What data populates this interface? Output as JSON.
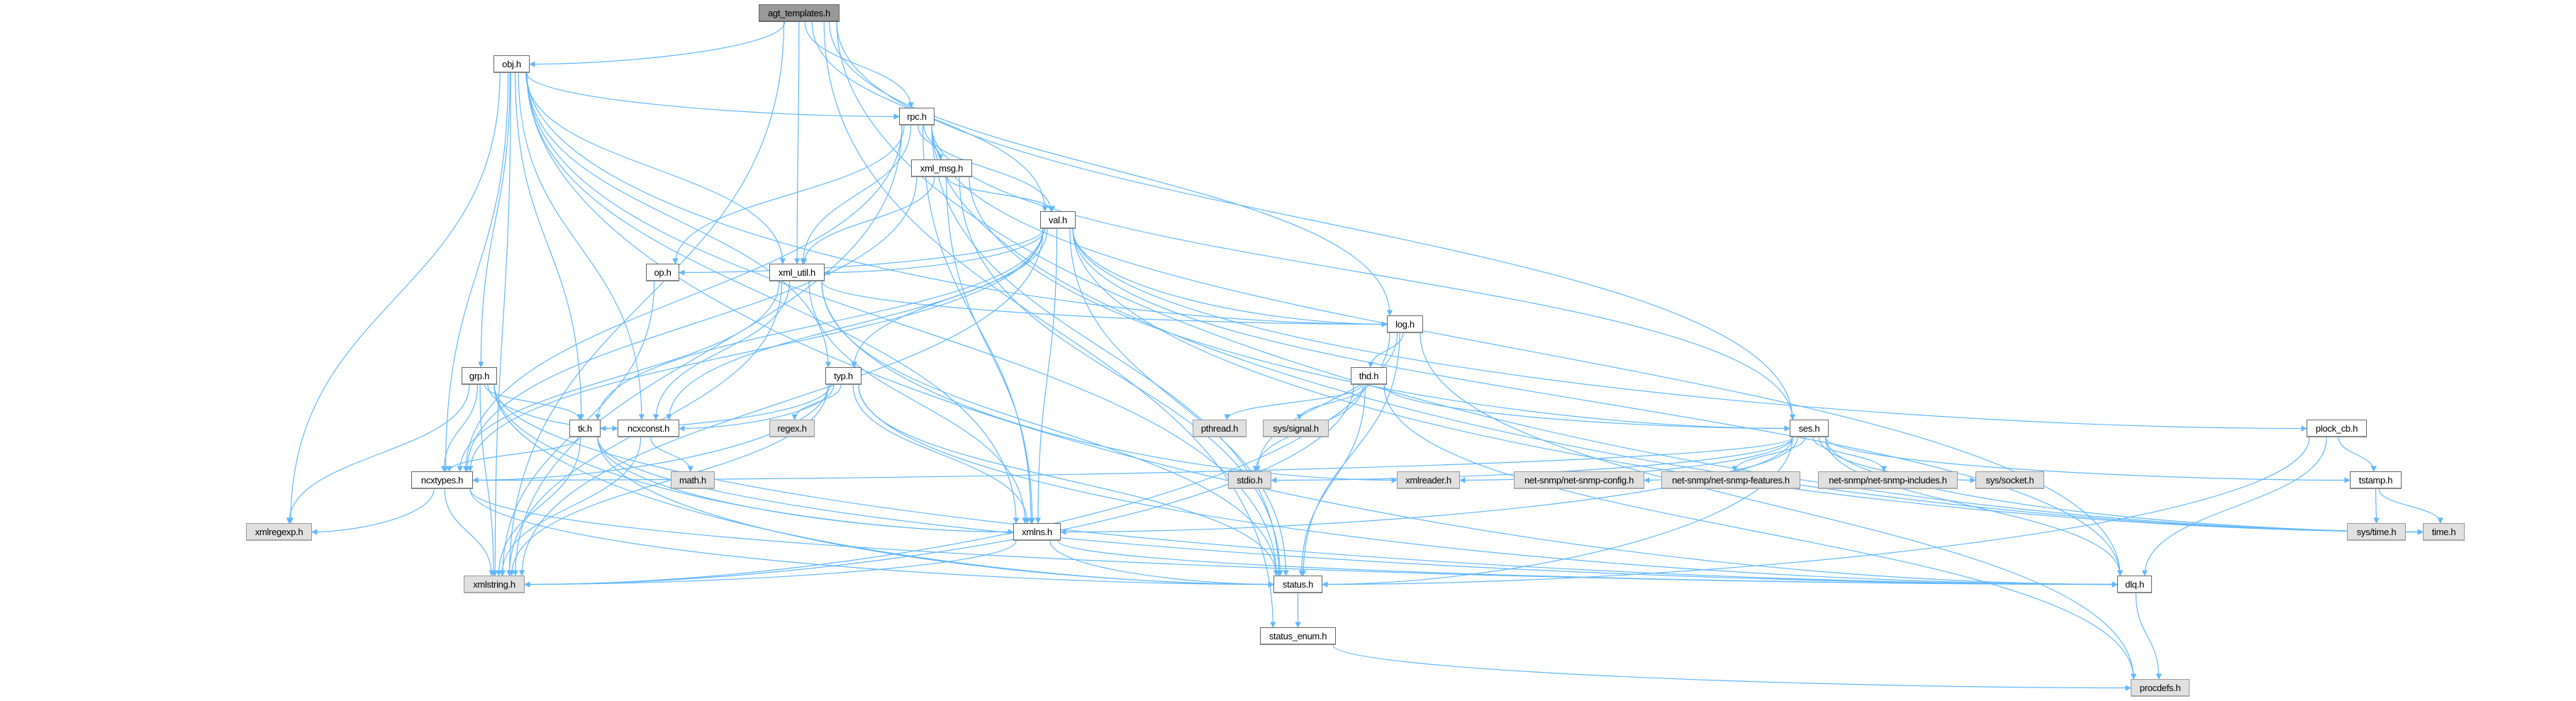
{
  "graph": {
    "title": "agt_templates.h",
    "edge_color": "#63b8ff",
    "nodes": [
      {
        "id": "agt_templates",
        "label": "agt_templates.h",
        "kind": "root"
      },
      {
        "id": "obj",
        "label": "obj.h",
        "kind": "local"
      },
      {
        "id": "rpc",
        "label": "rpc.h",
        "kind": "local"
      },
      {
        "id": "xml_msg",
        "label": "xml_msg.h",
        "kind": "local"
      },
      {
        "id": "val",
        "label": "val.h",
        "kind": "local"
      },
      {
        "id": "op",
        "label": "op.h",
        "kind": "local"
      },
      {
        "id": "xml_util",
        "label": "xml_util.h",
        "kind": "local"
      },
      {
        "id": "log",
        "label": "log.h",
        "kind": "local"
      },
      {
        "id": "grp",
        "label": "grp.h",
        "kind": "local"
      },
      {
        "id": "typ",
        "label": "typ.h",
        "kind": "local"
      },
      {
        "id": "thd",
        "label": "thd.h",
        "kind": "local"
      },
      {
        "id": "tk",
        "label": "tk.h",
        "kind": "local"
      },
      {
        "id": "ncxconst",
        "label": "ncxconst.h",
        "kind": "local"
      },
      {
        "id": "regex",
        "label": "regex.h",
        "kind": "external"
      },
      {
        "id": "pthread",
        "label": "pthread.h",
        "kind": "external"
      },
      {
        "id": "signal",
        "label": "sys/signal.h",
        "kind": "external"
      },
      {
        "id": "ses",
        "label": "ses.h",
        "kind": "local"
      },
      {
        "id": "plock_cb",
        "label": "plock_cb.h",
        "kind": "local"
      },
      {
        "id": "ncxtypes",
        "label": "ncxtypes.h",
        "kind": "local"
      },
      {
        "id": "math",
        "label": "math.h",
        "kind": "external"
      },
      {
        "id": "stdio",
        "label": "stdio.h",
        "kind": "external"
      },
      {
        "id": "xmlreader",
        "label": "xmlreader.h",
        "kind": "external"
      },
      {
        "id": "snmpconfig",
        "label": "net-snmp/net-snmp-config.h",
        "kind": "external"
      },
      {
        "id": "snmpfeatures",
        "label": "net-snmp/net-snmp-features.h",
        "kind": "external"
      },
      {
        "id": "snmpincludes",
        "label": "net-snmp/net-snmp-includes.h",
        "kind": "external"
      },
      {
        "id": "socket",
        "label": "sys/socket.h",
        "kind": "external"
      },
      {
        "id": "tstamp",
        "label": "tstamp.h",
        "kind": "local"
      },
      {
        "id": "xmlregexp",
        "label": "xmlregexp.h",
        "kind": "external"
      },
      {
        "id": "xmlns",
        "label": "xmlns.h",
        "kind": "local"
      },
      {
        "id": "systime",
        "label": "sys/time.h",
        "kind": "external"
      },
      {
        "id": "time",
        "label": "time.h",
        "kind": "external"
      },
      {
        "id": "xmlstring",
        "label": "xmlstring.h",
        "kind": "external"
      },
      {
        "id": "status",
        "label": "status.h",
        "kind": "local"
      },
      {
        "id": "dlq",
        "label": "dlq.h",
        "kind": "local"
      },
      {
        "id": "status_enum",
        "label": "status_enum.h",
        "kind": "local"
      },
      {
        "id": "procdefs",
        "label": "procdefs.h",
        "kind": "external"
      }
    ],
    "edges": [
      [
        "agt_templates",
        "obj"
      ],
      [
        "agt_templates",
        "rpc"
      ],
      [
        "agt_templates",
        "val"
      ],
      [
        "agt_templates",
        "xml_util"
      ],
      [
        "agt_templates",
        "log"
      ],
      [
        "agt_templates",
        "ses"
      ],
      [
        "agt_templates",
        "status_enum"
      ],
      [
        "agt_templates",
        "xmlstring"
      ],
      [
        "agt_templates",
        "time"
      ],
      [
        "obj",
        "rpc"
      ],
      [
        "obj",
        "xml_util"
      ],
      [
        "obj",
        "grp"
      ],
      [
        "obj",
        "typ"
      ],
      [
        "obj",
        "tk"
      ],
      [
        "obj",
        "ncxconst"
      ],
      [
        "obj",
        "ncxtypes"
      ],
      [
        "obj",
        "xmlregexp"
      ],
      [
        "obj",
        "xmlstring"
      ],
      [
        "obj",
        "xmlns"
      ],
      [
        "obj",
        "status"
      ],
      [
        "obj",
        "log"
      ],
      [
        "obj",
        "dlq"
      ],
      [
        "rpc",
        "xml_msg"
      ],
      [
        "rpc",
        "val"
      ],
      [
        "rpc",
        "xml_util"
      ],
      [
        "rpc",
        "op"
      ],
      [
        "rpc",
        "ncxtypes"
      ],
      [
        "rpc",
        "xmlstring"
      ],
      [
        "rpc",
        "status"
      ],
      [
        "rpc",
        "dlq"
      ],
      [
        "rpc",
        "ses"
      ],
      [
        "rpc",
        "time"
      ],
      [
        "rpc",
        "xmlns"
      ],
      [
        "xml_msg",
        "val"
      ],
      [
        "xml_msg",
        "xml_util"
      ],
      [
        "xml_msg",
        "xmlns"
      ],
      [
        "xml_msg",
        "ncxtypes"
      ],
      [
        "xml_msg",
        "ses"
      ],
      [
        "xml_msg",
        "status"
      ],
      [
        "val",
        "op"
      ],
      [
        "val",
        "xml_util"
      ],
      [
        "val",
        "log"
      ],
      [
        "val",
        "typ"
      ],
      [
        "val",
        "ncxtypes"
      ],
      [
        "val",
        "ncxconst"
      ],
      [
        "val",
        "xmlstring"
      ],
      [
        "val",
        "xmlns"
      ],
      [
        "val",
        "plock_cb"
      ],
      [
        "val",
        "status"
      ],
      [
        "val",
        "dlq"
      ],
      [
        "val",
        "time"
      ],
      [
        "val",
        "tk"
      ],
      [
        "xml_util",
        "log"
      ],
      [
        "xml_util",
        "ncxconst"
      ],
      [
        "xml_util",
        "ncxtypes"
      ],
      [
        "xml_util",
        "xmlns"
      ],
      [
        "xml_util",
        "xmlreader"
      ],
      [
        "xml_util",
        "xmlstring"
      ],
      [
        "xml_util",
        "status"
      ],
      [
        "op",
        "xmlstring"
      ],
      [
        "log",
        "thd"
      ],
      [
        "log",
        "stdio"
      ],
      [
        "log",
        "status"
      ],
      [
        "log",
        "xmlstring"
      ],
      [
        "log",
        "procdefs"
      ],
      [
        "thd",
        "pthread"
      ],
      [
        "thd",
        "signal"
      ],
      [
        "thd",
        "stdio"
      ],
      [
        "thd",
        "ses"
      ],
      [
        "thd",
        "status"
      ],
      [
        "thd",
        "xmlstring"
      ],
      [
        "thd",
        "procdefs"
      ],
      [
        "ses",
        "ncxtypes"
      ],
      [
        "ses",
        "xmlns"
      ],
      [
        "ses",
        "stdio"
      ],
      [
        "ses",
        "xmlreader"
      ],
      [
        "ses",
        "snmpconfig"
      ],
      [
        "ses",
        "snmpfeatures"
      ],
      [
        "ses",
        "snmpincludes"
      ],
      [
        "ses",
        "socket"
      ],
      [
        "ses",
        "tstamp"
      ],
      [
        "ses",
        "time"
      ],
      [
        "ses",
        "dlq"
      ],
      [
        "ses",
        "status"
      ],
      [
        "plock_cb",
        "tstamp"
      ],
      [
        "plock_cb",
        "dlq"
      ],
      [
        "plock_cb",
        "status"
      ],
      [
        "tstamp",
        "systime"
      ],
      [
        "tstamp",
        "time"
      ],
      [
        "grp",
        "tk"
      ],
      [
        "grp",
        "ncxconst"
      ],
      [
        "grp",
        "ncxtypes"
      ],
      [
        "grp",
        "xmlregexp"
      ],
      [
        "grp",
        "xmlstring"
      ],
      [
        "grp",
        "xmlns"
      ],
      [
        "grp",
        "status"
      ],
      [
        "grp",
        "dlq"
      ],
      [
        "typ",
        "tk"
      ],
      [
        "typ",
        "ncxconst"
      ],
      [
        "typ",
        "ncxtypes"
      ],
      [
        "typ",
        "regex"
      ],
      [
        "typ",
        "xmlstring"
      ],
      [
        "typ",
        "xmlns"
      ],
      [
        "typ",
        "status"
      ],
      [
        "typ",
        "dlq"
      ],
      [
        "tk",
        "ncxtypes"
      ],
      [
        "tk",
        "xmlstring"
      ],
      [
        "tk",
        "xmlns"
      ],
      [
        "tk",
        "status"
      ],
      [
        "tk",
        "dlq"
      ],
      [
        "ncxconst",
        "math"
      ],
      [
        "ncxconst",
        "xmlstring"
      ],
      [
        "ncxtypes",
        "xmlregexp"
      ],
      [
        "ncxtypes",
        "xmlstring"
      ],
      [
        "ncxtypes",
        "status"
      ],
      [
        "ncxtypes",
        "dlq"
      ],
      [
        "xmlns",
        "xmlstring"
      ],
      [
        "xmlns",
        "status"
      ],
      [
        "xmlns",
        "dlq"
      ],
      [
        "status",
        "status_enum"
      ],
      [
        "status_enum",
        "procdefs"
      ],
      [
        "dlq",
        "procdefs"
      ]
    ]
  }
}
